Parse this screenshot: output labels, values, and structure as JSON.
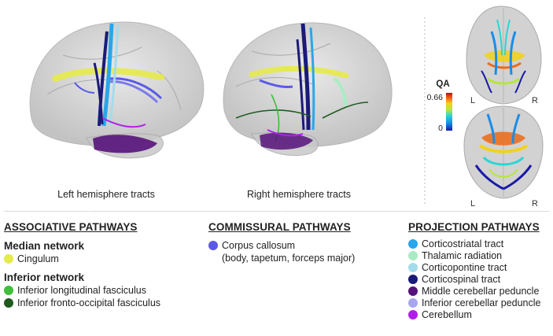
{
  "figure": {
    "captions": {
      "left": "Left hemisphere tracts",
      "right": "Right hemisphere tracts"
    },
    "colorbar": {
      "label": "QA",
      "max": "0.66",
      "min": "0"
    },
    "orientation": {
      "top": {
        "left": "L",
        "right": "R"
      },
      "bottom": {
        "left": "L",
        "right": "R"
      }
    }
  },
  "legend": {
    "associative": {
      "title": "ASSOCIATIVE PATHWAYS",
      "groups": [
        {
          "name": "Median network",
          "items": [
            {
              "label": "Cingulum",
              "color": "#e6ea4a"
            }
          ]
        },
        {
          "name": "Inferior network",
          "items": [
            {
              "label": "Inferior longitudinal fasciculus",
              "color": "#3fbf3a"
            },
            {
              "label": "Inferior fronto-occipital fasciculus",
              "color": "#1f5a1f"
            }
          ]
        }
      ]
    },
    "commissural": {
      "title": "COMMISSURAL PATHWAYS",
      "items": [
        {
          "label": "Corpus callosum",
          "note": "(body, tapetum, forceps major)",
          "color": "#5a5ae6"
        }
      ]
    },
    "projection": {
      "title": "PROJECTION PATHWAYS",
      "items": [
        {
          "label": "Corticostriatal tract",
          "color": "#2aa6ea"
        },
        {
          "label": "Thalamic radiation",
          "color": "#a8ecc4"
        },
        {
          "label": "Corticopontine tract",
          "color": "#a4dcec"
        },
        {
          "label": "Corticospinal tract",
          "color": "#1a1a7a"
        },
        {
          "label": "Middle cerebellar peduncle",
          "color": "#56127a"
        },
        {
          "label": "Inferior cerebellar peduncle",
          "color": "#a8a6ee"
        },
        {
          "label": "Cerebellum",
          "color": "#b01fea"
        }
      ]
    }
  }
}
